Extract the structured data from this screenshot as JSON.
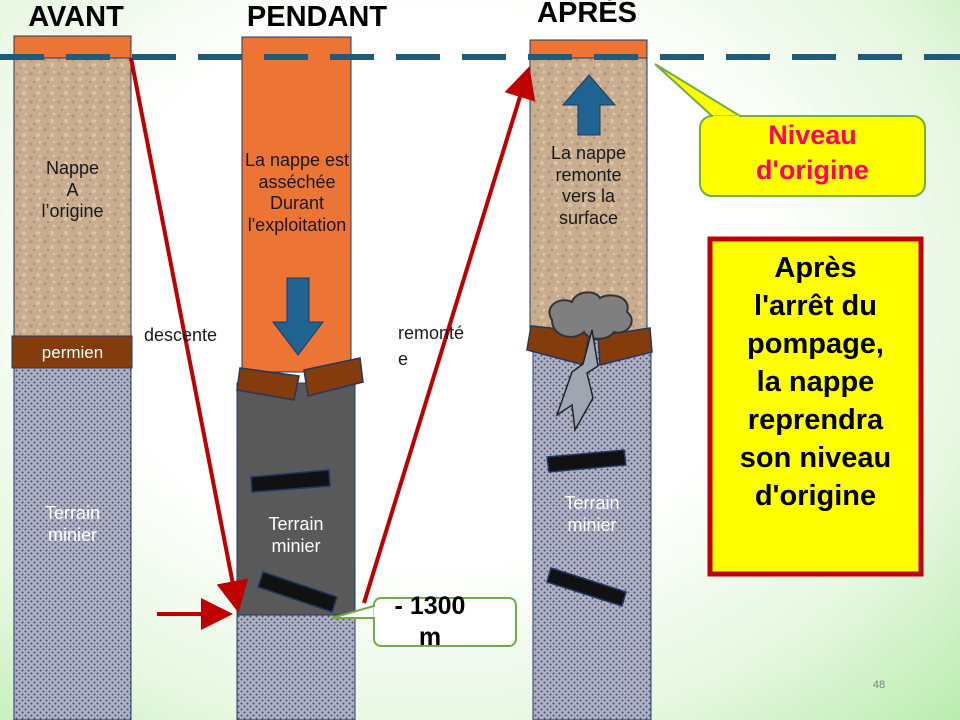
{
  "slide": {
    "headings": {
      "before": "AVANT",
      "during": "PENDANT",
      "after": "APRÈS"
    },
    "labels": {
      "nappe_origine": "Nappe\nA\nl’origine",
      "permien": "permien",
      "terrain_before": "Terrain\nminier",
      "nappe_assechee": "La nappe est\nasséchée\nDurant\nl'exploitation",
      "terrain_during": "Terrain\nminier",
      "nappe_remonte": "La nappe\nremonte\nvers la\nsurface",
      "terrain_after": "Terrain\nminier",
      "descente": "descente",
      "remontee": "remonté\ne"
    },
    "callouts": {
      "niveau_origine": "Niveau\nd'origine",
      "depth": "- 1300\nm",
      "conclusion": "Après\nl'arrêt du\npompage,\nla nappe\nreprendra\nson niveau\nd'origine"
    },
    "page_number": "48",
    "colors": {
      "water_orange": "#ec7434",
      "permien_brown": "#843c0c",
      "arrow_red": "#c00000",
      "dash_blue": "#1f5c7a",
      "callout_yellow": "#ffff00",
      "callout_border_green": "#70ad47",
      "conclusion_border": "#c00000",
      "mine_gray": "#595959",
      "blue_arrow": "#1f6391",
      "niveau_text": "#ff0066"
    }
  }
}
